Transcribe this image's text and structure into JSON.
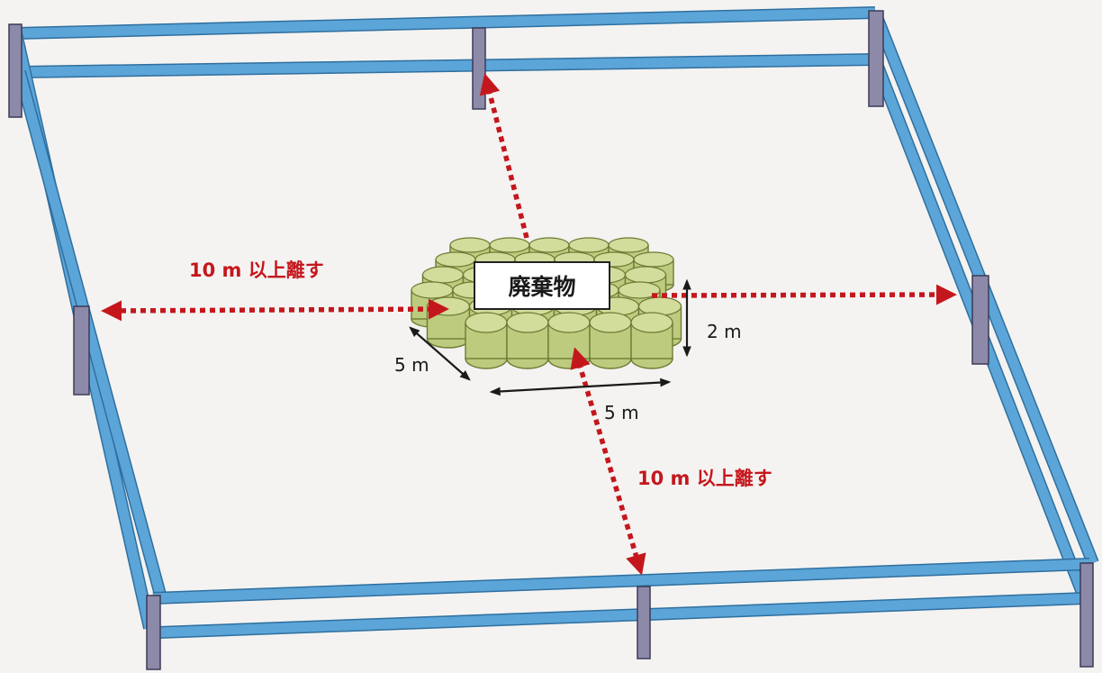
{
  "labels": {
    "waste": "廃棄物",
    "distance_left": "10 m  以上離す",
    "distance_front": "10 m  以上離す",
    "height": "2 m",
    "depth": "5 m",
    "width": "5 m"
  },
  "colors": {
    "background": "#f4f3f1",
    "rail": "#5ca5d8",
    "rail_edge": "#2f6f9f",
    "post": "#8c8aa8",
    "post_edge": "#3d3b57",
    "arrow_red": "#c4171d",
    "dimension": "#1a1a1a",
    "bale_fill": "#bccb7e",
    "bale_top": "#d2dc9b",
    "bale_edge": "#6e7b34",
    "label_box_fill": "#ffffff",
    "label_box_edge": "#222222"
  },
  "icons": {
    "distance_arrow": "red-dotted-double-arrow",
    "dimension_arrow": "black-double-arrow",
    "bale": "hay-bale-cylinder"
  }
}
